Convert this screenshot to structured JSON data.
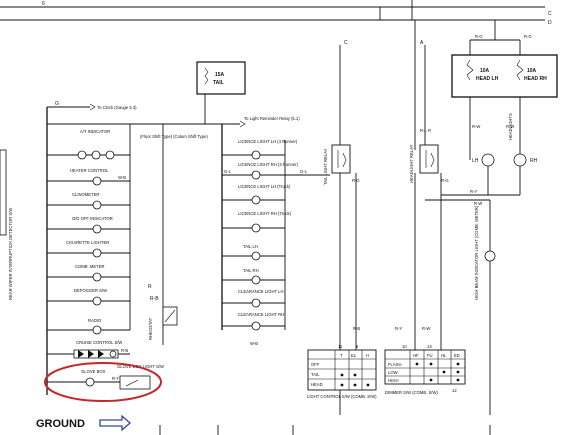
{
  "top": {
    "page_num": "6",
    "ref_c": "C",
    "ref_d": "D",
    "junction_c": "C",
    "junction_a": "A"
  },
  "fuses": {
    "tail": {
      "amp": "15A",
      "name": "TAIL"
    },
    "head_lh": {
      "amp": "10A",
      "name": "HEAD LH"
    },
    "head_rh": {
      "amp": "10A",
      "name": "HEAD RH"
    }
  },
  "wires": {
    "g": "G",
    "gl": "G-L",
    "gl2": "G-L",
    "r": "R",
    "rb": "R-B",
    "rb2": "R-B",
    "rb3": "R-B",
    "rg": "R-G",
    "rg2": "R-G",
    "rg3": "R-G",
    "rg4": "R-G",
    "rl": "R-L",
    "rw": "R-W",
    "rw2": "R-W",
    "ry": "R-Y",
    "ry2": "R-Y",
    "wb": "W-B",
    "wb2": "W-B",
    "wb3": "W-B",
    "wb4": "W-B",
    "gy": "G-Y"
  },
  "left_side": {
    "sensor_label": "REAR WIPER INTERRUPTION DETECTOR S/W",
    "to_clock": "To Clock (Gauge 5.3)",
    "to_light_reminder": "To Light Reminder Relay (5.1)",
    "indicators": [
      {
        "label": "A/T INDICATOR",
        "note": "(Floor Shift Type)\n(Colum Shift Type)"
      },
      {
        "label": "HEATER CONTROL"
      },
      {
        "label": "CLINOMETER"
      },
      {
        "label": "O/D OFF INDICATOR"
      },
      {
        "label": "CIGARETTE LIGHTER"
      },
      {
        "label": "COMB. METER"
      },
      {
        "label": "DEFOGGER S/W"
      },
      {
        "label": "RADIO"
      },
      {
        "label": "CRUISE CONTROL S/W"
      },
      {
        "label": "GLOVE BOX"
      }
    ],
    "glove_box_switch": "GLOVE BOX LIGHT S/W",
    "rheostat": "RHEOSTAT",
    "ground_label": "GROUND"
  },
  "middle": {
    "lights": [
      {
        "label": "LICENCE LIGHT LH (4 Runner)"
      },
      {
        "label": "LICENCE LIGHT RH (4 Runner)"
      },
      {
        "label": "LICENCE LIGHT LH (Truck)"
      },
      {
        "label": "LICENCE LIGHT RH (Truck)"
      },
      {
        "label": "TAIL LH"
      },
      {
        "label": "TAIL RH"
      },
      {
        "label": "CLEARANCE LIGHT LH"
      },
      {
        "label": "CLEARANCE LIGHT RH"
      }
    ]
  },
  "relays": {
    "tail": "TAIL LIGHT RELAY",
    "head": "HEADLIGHT RELAY"
  },
  "headlights": {
    "lh": "LH",
    "rh": "RH",
    "label": "HEADLIGHTS",
    "high_beam": "HIGH BEAM INDICATOR LIGHT (COMB. METER)"
  },
  "light_control": {
    "headers": [
      "T",
      "EL",
      "H"
    ],
    "rows": [
      "OFF",
      "TAIL",
      "HEAD"
    ],
    "caption": "LIGHT CONTROL S/W (COMB. S/W)",
    "pin_left": "11",
    "pin_right": "9"
  },
  "dimmer": {
    "headers": [
      "HF",
      "FU",
      "HL",
      "ED"
    ],
    "rows": [
      "FLASH",
      "LOW",
      "HIGH"
    ],
    "caption": "DIMMER S/W (COMB. S/W)",
    "pin_left": "10",
    "pin_right": "13",
    "pin_bottom": "12"
  }
}
